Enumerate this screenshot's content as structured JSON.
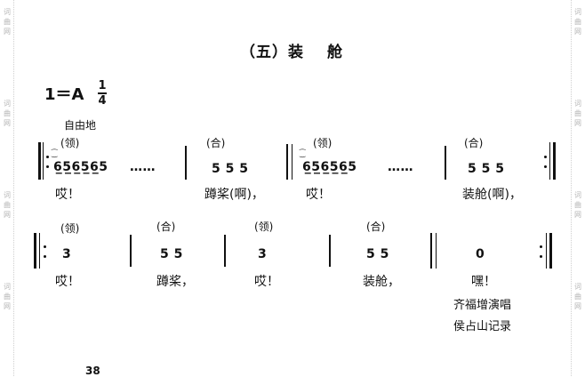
{
  "watermark": {
    "chars": [
      "词",
      "曲",
      "网"
    ]
  },
  "title": {
    "part1": "（五）装",
    "part2": "舱"
  },
  "key_signature": {
    "prefix": "1＝A",
    "time_num": "1",
    "time_den": "4"
  },
  "tempo": "自由地",
  "ornament": "⁐",
  "row1": {
    "m1": {
      "role": "(领)",
      "notes": "6̲5̲6̲5̲6̲5",
      "dots": "……",
      "lyric": "哎！"
    },
    "m2": {
      "role": "(合)",
      "notes": "5  5  5",
      "lyric": "蹲桨(啊)，"
    },
    "m3": {
      "role": "(领)",
      "notes": "6̲5̲6̲5̲6̲5",
      "dots": "……",
      "lyric": "哎！"
    },
    "m4": {
      "role": "(合)",
      "notes": "5  5  5",
      "lyric": "装舱(啊)，"
    }
  },
  "row2": {
    "m1": {
      "role": "(领)",
      "notes": "3",
      "lyric": "哎！"
    },
    "m2": {
      "role": "(合)",
      "notes": "5  5",
      "lyric": "蹲桨，"
    },
    "m3": {
      "role": "(领)",
      "notes": "3",
      "lyric": "哎！"
    },
    "m4": {
      "role": "(合)",
      "notes": "5  5",
      "lyric": "装舱，"
    },
    "m5": {
      "notes": "0",
      "lyric": "嘿！"
    }
  },
  "credits": {
    "singer": "齐福增演唱",
    "recorder": "侯占山记录"
  },
  "page_number": "38"
}
